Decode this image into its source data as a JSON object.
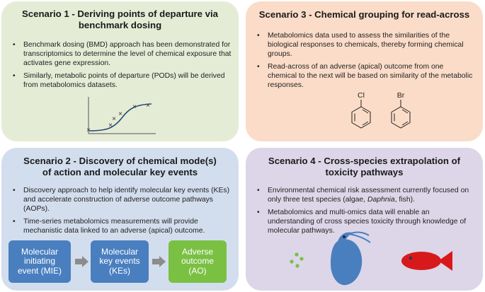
{
  "panels": {
    "scenario1": {
      "title_line1": "Scenario 1 - Deriving points of departure via",
      "title_line2": "benchmark dosing",
      "bullets": [
        "Benchmark dosing (BMD) approach has been demonstrated for transcriptomics to determine the level of chemical exposure that activates gene expression.",
        "Similarly, metabolic points of departure (PODs) will be derived from metabolomics datasets."
      ],
      "curve_color": "#2b4a78",
      "marker_glyph": "×"
    },
    "scenario3": {
      "title": "Scenario 3 - Chemical grouping for read-across",
      "bullets": [
        "Metabolomics data used to assess the similarities of the biological responses to chemicals, thereby forming chemical groups.",
        "Read-across of an adverse (apical) outcome from one chemical to the next will be based on similarity of the metabolic responses."
      ],
      "chem1_label": "Cl",
      "chem2_label": "Br"
    },
    "scenario2": {
      "title_line1": "Scenario 2 - Discovery of chemical mode(s)",
      "title_line2": "of action and molecular key events",
      "bullets": [
        "Discovery approach to help identify molecular key events (KEs) and accelerate construction of adverse outcome pathways (AOPs).",
        "Time-series metabolomics measurements will provide mechanistic data linked to an adverse (apical) outcome."
      ],
      "flow": [
        {
          "l1": "Molecular",
          "l2": "initiating",
          "l3": "event (MIE)",
          "color": "#4a7fbf"
        },
        {
          "l1": "Molecular",
          "l2": "key events",
          "l3": "(KEs)",
          "color": "#4a7fbf"
        },
        {
          "l1": "Adverse",
          "l2": "outcome",
          "l3": "(AO)",
          "color": "#7ac043"
        }
      ],
      "arrow_color": "#8c8c8c"
    },
    "scenario4": {
      "title_line1": "Scenario 4 - Cross-species extrapolation of",
      "title_line2": "toxicity pathways",
      "bullet1_pre": "Environmental chemical risk assessment currently focused on only three test species (algae, ",
      "bullet1_italic": "Daphnia",
      "bullet1_post": ", fish).",
      "bullet2": "Metabolomics and multi-omics data will enable an understanding of cross species toxicity through knowledge of molecular pathways.",
      "algae_color": "#7ac043",
      "daphnia_color": "#4a7fbf",
      "fish_color": "#d7191c"
    }
  },
  "bullet_glyph": "•"
}
